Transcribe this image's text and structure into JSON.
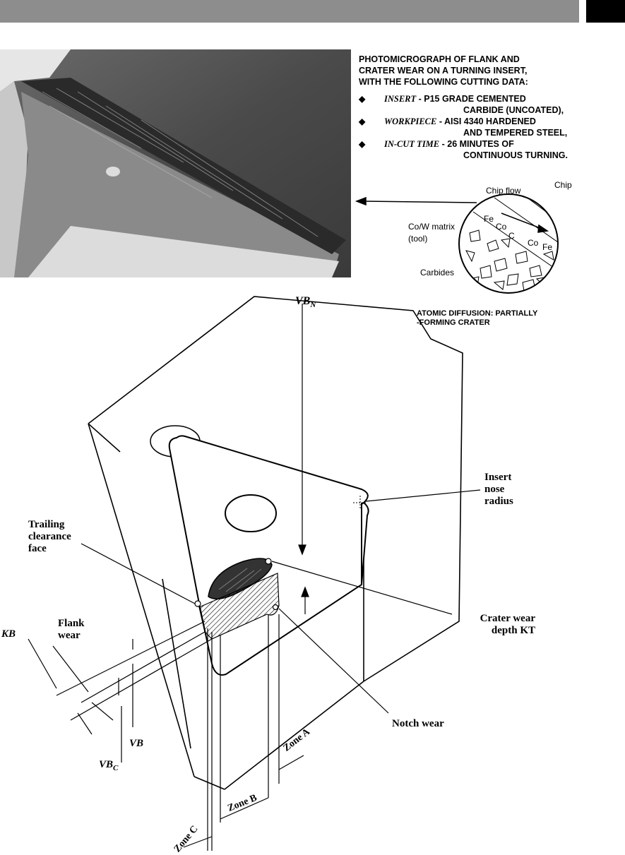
{
  "caption": {
    "title": "PHOTOMICROGRAPH OF FLANK AND\nCRATER WEAR ON A TURNING INSERT,\nWITH THE FOLLOWING CUTTING DATA:",
    "bullets": [
      {
        "key": "INSERT",
        "line1": " - P15 GRADE CEMENTED",
        "line2": "CARBIDE (UNCOATED),"
      },
      {
        "key": "WORKPIECE",
        "line1": " - AISI 4340 HARDENED",
        "line2": "AND TEMPERED STEEL,"
      },
      {
        "key": "IN-CUT TIME",
        "line1": " - 26 MINUTES OF",
        "line2": "CONTINUOUS TURNING."
      }
    ]
  },
  "circle": {
    "chip_flow": "Chip flow",
    "chip": "Chip",
    "fe": "Fe",
    "co": "Co",
    "c": "C",
    "fe2": "Fe",
    "co2": "Co",
    "matrix_1": "Co/W matrix",
    "matrix_2": "(tool)",
    "carbides": "Carbides",
    "diffusion_1": "ATOMIC DIFFUSION: PARTIALLY",
    "diffusion_2": "-FORMING CRATER"
  },
  "labels": {
    "vbn": "VB",
    "vbn_sub": "N",
    "insert_nose_1": "Insert",
    "insert_nose_2": "nose",
    "insert_nose_3": "radius",
    "trailing_1": "Trailing",
    "trailing_2": "clearance",
    "trailing_3": "face",
    "crater_1": "Crater wear",
    "crater_2": "depth KT",
    "kb": "KB",
    "flank_1": "Flank",
    "flank_2": "wear",
    "notch": "Notch wear",
    "vb": "VB",
    "vbc": "VB",
    "vbc_sub": "C",
    "zone_a": "Zone A",
    "zone_b": "Zone B",
    "zone_c": "Zone C"
  }
}
